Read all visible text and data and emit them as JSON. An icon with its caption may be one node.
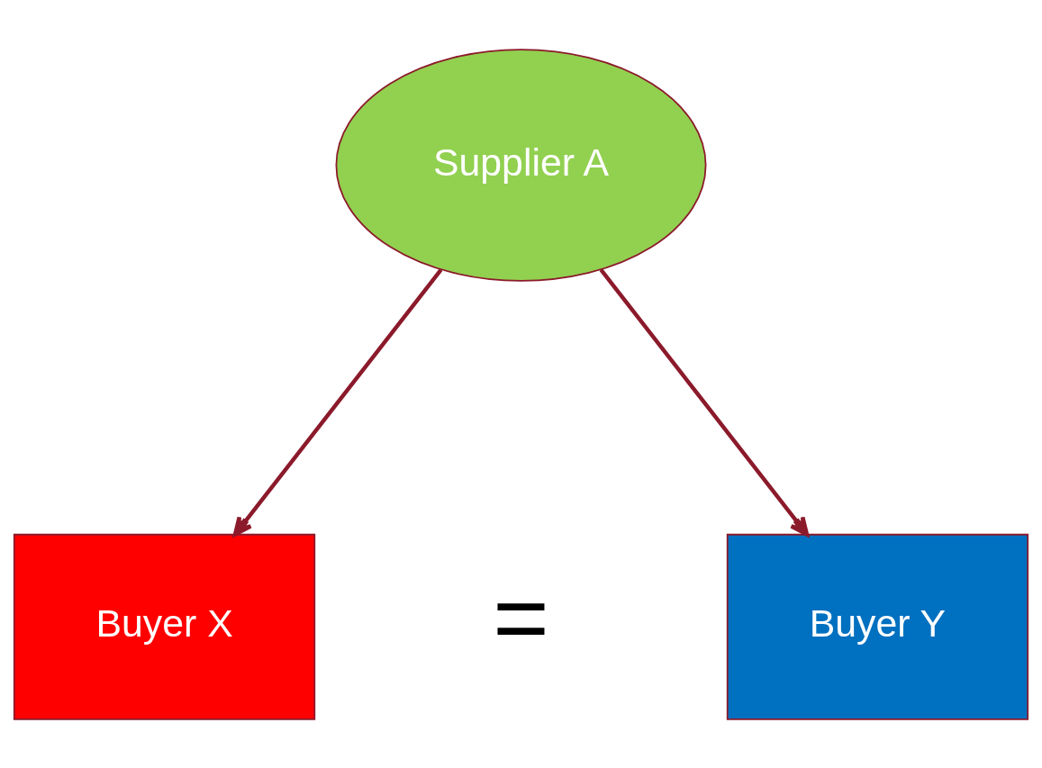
{
  "diagram": {
    "nodes": [
      {
        "text": [
          "Supplier A"
        ]
      },
      {
        "text": [
          "Buyer X"
        ]
      },
      {
        "text": [
          "Buyer Y"
        ]
      }
    ],
    "edges": [
      {
        "from": 0,
        "to": 1,
        "arrow": "to"
      },
      {
        "from": 0,
        "to": 2,
        "arrow": "to"
      }
    ],
    "labels": [
      "="
    ]
  }
}
